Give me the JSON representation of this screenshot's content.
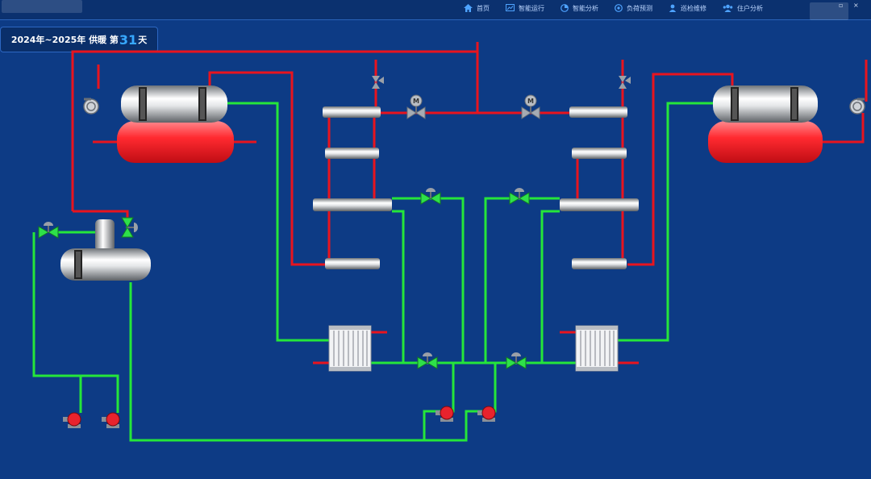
{
  "header": {
    "nav": [
      {
        "label": "首页",
        "icon": "home-icon"
      },
      {
        "label": "智能运行",
        "icon": "monitor-chart-icon"
      },
      {
        "label": "智能分析",
        "icon": "pie-chart-icon"
      },
      {
        "label": "负荷预测",
        "icon": "forecast-icon"
      },
      {
        "label": "巡检维修",
        "icon": "inspector-icon"
      },
      {
        "label": "住户分析",
        "icon": "users-icon"
      }
    ],
    "window_controls": [
      "▫",
      "×"
    ]
  },
  "season": {
    "prefix": "2024年~2025年 供暖 第",
    "day": "31",
    "suffix": "天"
  },
  "colors": {
    "background": "#0d3b85",
    "supply_pipe": "#e8141e",
    "return_pipe": "#25e63a",
    "valve": "#2ee04a",
    "pump": "#e8232d"
  },
  "valve_labels": {
    "motor_valve": "M"
  }
}
